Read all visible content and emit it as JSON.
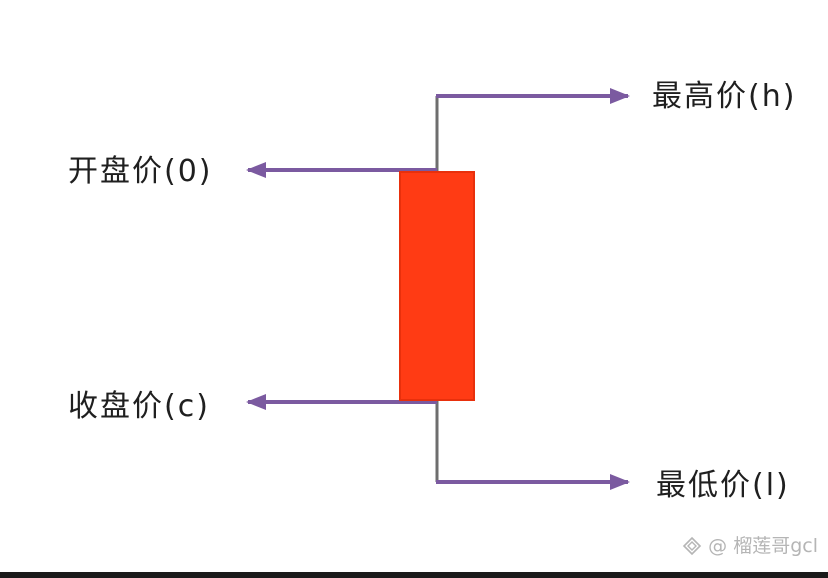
{
  "labels": {
    "high": "最高价(h)",
    "open": "开盘价(0)",
    "close": "收盘价(c)",
    "low": "最低价(l)"
  },
  "watermark": {
    "text": "@ 榴莲哥gcl",
    "icon": "watermark-logo-icon"
  },
  "colors": {
    "candle_body": "#ff3b14",
    "candle_body_edge": "#e8300c",
    "arrow": "#7b5aa0",
    "wick": "#6e6e6e",
    "text": "#1f1f1f",
    "watermark": "#b5b5b5"
  }
}
